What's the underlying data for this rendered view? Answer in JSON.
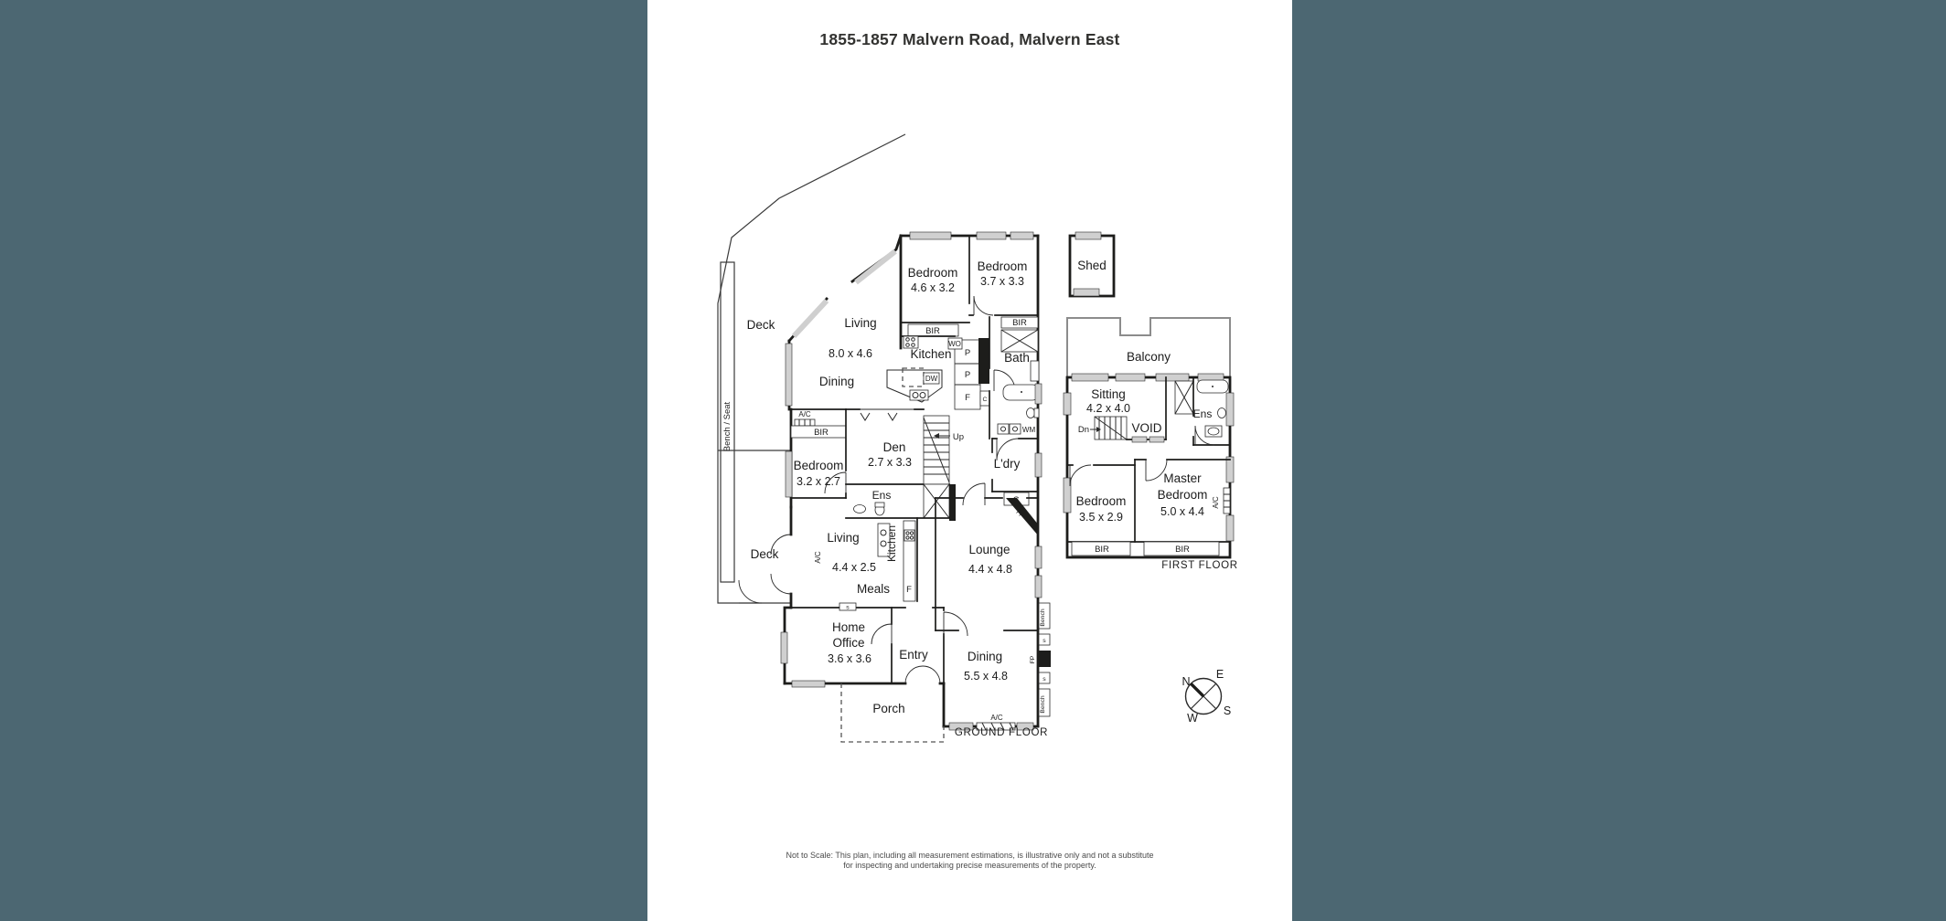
{
  "title": "1855-1857 Malvern Road, Malvern East",
  "disclaimer": {
    "line1": "Not to Scale: This plan, including all measurement estimations, is illustrative only and not a substitute",
    "line2": "for inspecting and undertaking precise measurements of the property."
  },
  "compass": {
    "north": "N",
    "east": "E",
    "south": "S",
    "west": "W"
  },
  "ground_floor": {
    "floor_label": "GROUND FLOOR",
    "deck_upper_label": "Deck",
    "deck_lower_label": "Deck",
    "bench_seat_label": "Bench / Seat",
    "living_open": {
      "name": "Living",
      "dims": "8.0 x 4.6"
    },
    "dining_open_label": "Dining",
    "kitchen_open_label": "Kitchen",
    "bedroom_1": {
      "name": "Bedroom",
      "dims": "4.6 x 3.2"
    },
    "bedroom_2": {
      "name": "Bedroom",
      "dims": "3.7 x 3.3"
    },
    "bedroom_3": {
      "name": "Bedroom",
      "dims": "3.2 x 2.7"
    },
    "den": {
      "name": "Den",
      "dims": "2.7 x 3.3"
    },
    "lounge": {
      "name": "Lounge",
      "dims": "4.4 x 4.8"
    },
    "living_small": {
      "name": "Living",
      "dims": "4.4 x 2.5"
    },
    "kitchen_small_label": "Kitchen",
    "meals_label": "Meals",
    "home_office": {
      "line1": "Home",
      "line2": "Office",
      "dims": "3.6 x 3.6"
    },
    "entry_label": "Entry",
    "dining_formal": {
      "name": "Dining",
      "dims": "5.5 x 4.8"
    },
    "porch_label": "Porch",
    "laundry_label": "L'dry",
    "bath_label": "Bath",
    "ensuite_label": "Ens",
    "stairs_up_label": "Up",
    "bir_bed1": "BIR",
    "bir_bed3": "BIR",
    "bir_bath": "BIR",
    "ac_deck_upper": "A/C",
    "ac_living_small": "A/C",
    "ac_dining": "A/C",
    "wall_oven": "WO",
    "pantry_1": "P",
    "pantry_2": "P",
    "fridge_open": "F",
    "cupboard_kitchen": "C",
    "dishwasher": "DW",
    "washing_machine": "WM",
    "fridge_small": "F",
    "cupboard_lounge": "C",
    "fireplace_lounge": "FP",
    "fireplace_dining": "FP",
    "bench_top": "Bench",
    "bench_bottom": "Bench",
    "shelf_1": "s",
    "shelf_2": "s",
    "shelf_3": "s"
  },
  "first_floor": {
    "floor_label": "FIRST FLOOR",
    "shed_label": "Shed",
    "balcony_label": "Balcony",
    "sitting": {
      "name": "Sitting",
      "dims": "4.2 x 4.0"
    },
    "void_label": "VOID",
    "stairs_down_label": "Dn",
    "ensuite_label": "Ens",
    "master_bedroom": {
      "line1": "Master",
      "line2": "Bedroom",
      "dims": "5.0 x 4.4"
    },
    "bedroom": {
      "name": "Bedroom",
      "dims": "3.5 x 2.9"
    },
    "bir_1": "BIR",
    "bir_2": "BIR",
    "ac": "A/C"
  },
  "colors": {
    "background": "#4c6772",
    "paper": "#ffffff",
    "wall": "#1d1d1b",
    "window": "#d0d0d0"
  }
}
